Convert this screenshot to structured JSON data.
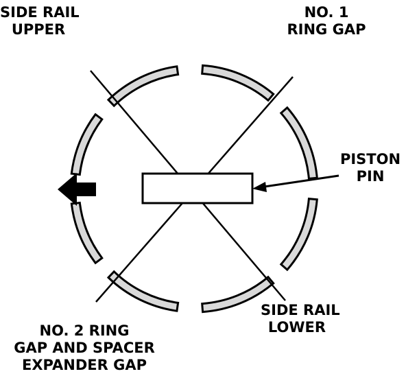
{
  "colors": {
    "ink": "#000000",
    "paper": "#ffffff"
  },
  "labels": {
    "side_rail_upper": [
      "SIDE RAIL",
      "UPPER"
    ],
    "no1_ring_gap": [
      "NO. 1",
      "RING GAP"
    ],
    "piston_pin": [
      "PISTON",
      "PIN"
    ],
    "side_rail_lower": [
      "SIDE RAIL",
      "LOWER"
    ],
    "no2_ring_gap": [
      "NO. 2 RING",
      "GAP AND SPACER",
      "EXPANDER GAP"
    ]
  },
  "icons": {
    "direction": "arrow-left-icon"
  }
}
